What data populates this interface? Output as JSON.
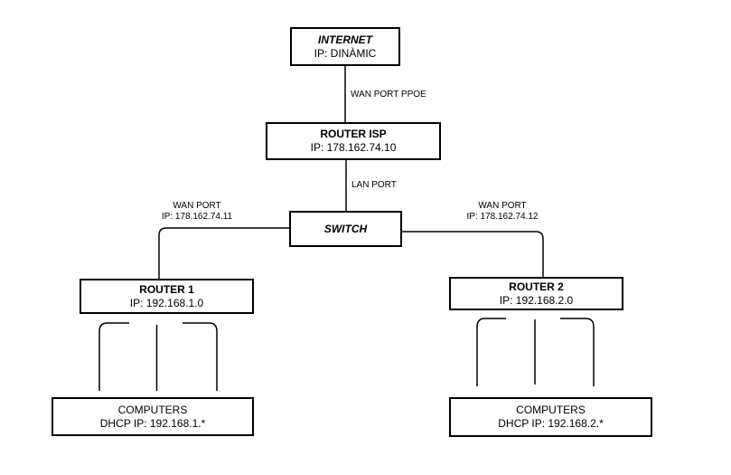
{
  "colors": {
    "background": "#ffffff",
    "line": "#000000",
    "text": "#000000"
  },
  "nodes": {
    "internet": {
      "title": "INTERNET",
      "subtitle": "IP: DINÀMIC"
    },
    "router_isp": {
      "title": "ROUTER ISP",
      "subtitle": "IP: 178.162.74.10"
    },
    "switch": {
      "title": "SWITCH"
    },
    "router1": {
      "title": "ROUTER 1",
      "subtitle": "IP: 192.168.1.0"
    },
    "router2": {
      "title": "ROUTER 2",
      "subtitle": "IP: 192.168.2.0"
    },
    "computers1": {
      "title": "COMPUTERS",
      "subtitle": "DHCP IP: 192.168.1.*"
    },
    "computers2": {
      "title": "COMPUTERS",
      "subtitle": "DHCP IP: 192.168.2.*"
    }
  },
  "edges": {
    "internet_to_routerisp": {
      "label": "WAN PORT PPOE"
    },
    "routerisp_to_switch": {
      "label": "LAN PORT"
    },
    "switch_to_router1": {
      "label_line1": "WAN PORT",
      "label_line2": "IP: 178.162.74.11"
    },
    "switch_to_router2": {
      "label_line1": "WAN PORT",
      "label_line2": "IP: 178.162.74.12"
    }
  }
}
